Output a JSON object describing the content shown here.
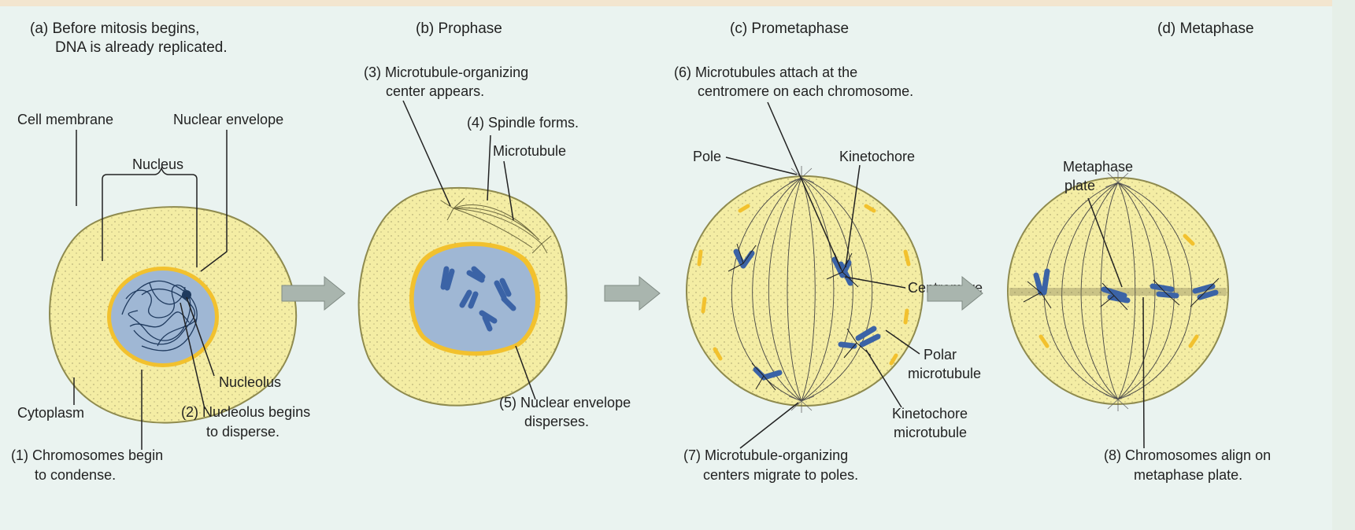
{
  "colors": {
    "background": "#eaf3f0",
    "cytoplasm": "#f4eda4",
    "cell_outline": "#8e8a4e",
    "nucleus": "#9fb7d4",
    "nuclear_envelope": "#f2c12e",
    "chromosome": "#3b63a6",
    "arrow_fill": "#a9b5ae"
  },
  "stages": {
    "a": {
      "title_line1": "(a) Before mitosis begins,",
      "title_line2": "DNA is already replicated."
    },
    "b": {
      "title": "(b) Prophase"
    },
    "c": {
      "title": "(c) Prometaphase"
    },
    "d": {
      "title": "(d) Metaphase"
    }
  },
  "labels": {
    "cell_membrane": "Cell membrane",
    "nuclear_envelope": "Nuclear envelope",
    "nucleus": "Nucleus",
    "nucleolus": "Nucleolus",
    "cytoplasm": "Cytoplasm",
    "step2_line1": "(2) Nucleolus begins",
    "step2_line2": "to disperse.",
    "step1_line1": "(1) Chromosomes begin",
    "step1_line2": "to condense.",
    "step3_line1": "(3) Microtubule-organizing",
    "step3_line2": "center appears.",
    "step4": "(4) Spindle forms.",
    "microtubule": "Microtubule",
    "step5_line1": "(5) Nuclear envelope",
    "step5_line2": "disperses.",
    "step6_line1": "(6) Microtubules attach at the",
    "step6_line2": "centromere on each chromosome.",
    "pole": "Pole",
    "kinetochore": "Kinetochore",
    "centromere": "Centromere",
    "polar_mt_line1": "Polar",
    "polar_mt_line2": "microtubule",
    "kin_mt_line1": "Kinetochore",
    "kin_mt_line2": "microtubule",
    "step7_line1": "(7) Microtubule-organizing",
    "step7_line2": "centers migrate to poles.",
    "metaphase_plate_line1": "Metaphase",
    "metaphase_plate_line2": "plate",
    "step8_line1": "(8) Chromosomes align on",
    "step8_line2": "metaphase plate."
  }
}
